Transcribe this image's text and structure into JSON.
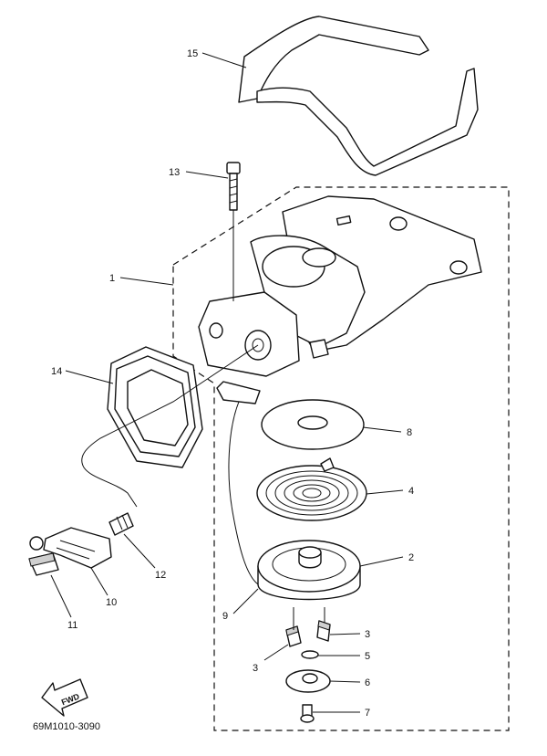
{
  "callouts": {
    "c1": "1",
    "c2": "2",
    "c3a": "3",
    "c3b": "3",
    "c4": "4",
    "c5": "5",
    "c6": "6",
    "c7": "7",
    "c8": "8",
    "c9": "9",
    "c10": "10",
    "c11": "11",
    "c12": "12",
    "c13": "13",
    "c14": "14",
    "c15": "15"
  },
  "fwd_label": "FWD",
  "diagram_code": "69M1010-3090"
}
